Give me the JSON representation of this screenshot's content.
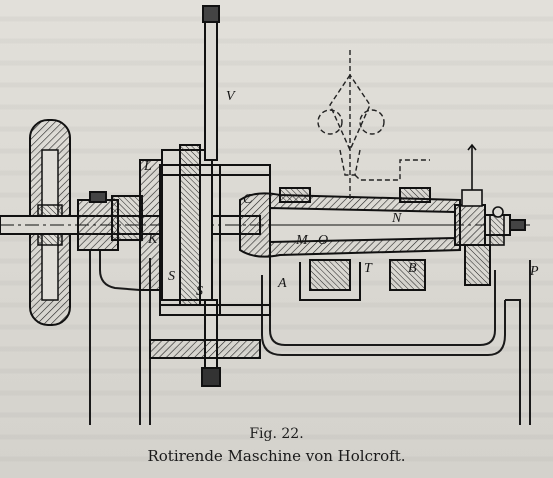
{
  "figure": {
    "number": "Fig. 22.",
    "caption": "Rotirende Maschine von Holcroft.",
    "labels": {
      "V": "V",
      "L": "L",
      "C": "C",
      "K": "K",
      "M": "M",
      "O": "O",
      "N": "N",
      "T": "T",
      "B": "B",
      "A": "A",
      "P": "P",
      "S1": "S",
      "S2": "S"
    }
  }
}
